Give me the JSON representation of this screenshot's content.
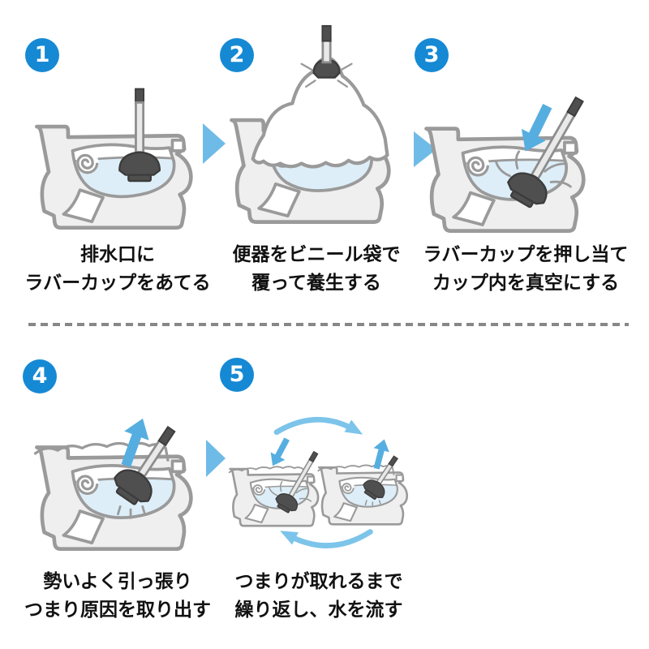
{
  "steps": [
    {
      "number": "1",
      "caption_line1": "排水口に",
      "caption_line2": "ラバーカップをあてる"
    },
    {
      "number": "2",
      "caption_line1": "便器をビニール袋で",
      "caption_line2": "覆って養生する"
    },
    {
      "number": "3",
      "caption_line1": "ラバーカップを押し当て",
      "caption_line2": "カップ内を真空にする"
    },
    {
      "number": "4",
      "caption_line1": "勢いよく引っ張り",
      "caption_line2": "つまり原因を取り出す"
    },
    {
      "number": "5",
      "caption_line1": "つまりが取れるまで",
      "caption_line2": "繰り返し、水を流す"
    }
  ],
  "colors": {
    "badge_blue": "#1689d4",
    "step_arrow_blue": "#6fbbe7",
    "action_arrow_blue": "#56aee0",
    "cycle_arrow_blue": "#7cc4ea",
    "water_blue": "#ddeef8",
    "outline_gray": "#9a9a9a",
    "body_gray": "#efefef",
    "plunger_dark": "#4f4f4f",
    "handle_light": "#e9e9e9",
    "text_color": "#111111",
    "divider_gray": "#878787",
    "background": "#ffffff"
  }
}
